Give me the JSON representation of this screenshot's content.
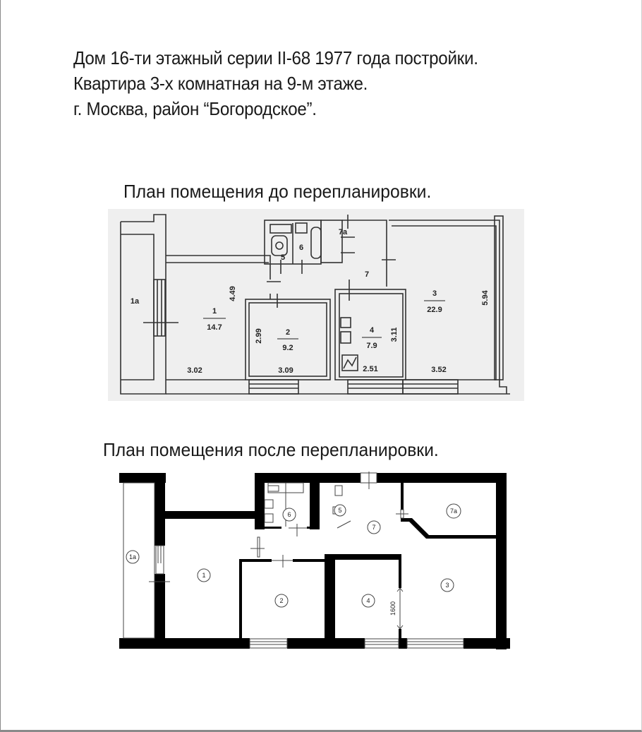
{
  "header": {
    "line1": "Дом 16-ти этажный серии II-68 1977 года постройки.",
    "line2": "Квартира 3-х комнатная на 9-м этаже.",
    "line3": "г. Москва, район “Богородское”."
  },
  "plan_before": {
    "title": "План помещения до перепланировки.",
    "rooms": [
      {
        "id": "1a",
        "label": "1a"
      },
      {
        "id": "1",
        "label": "1",
        "area": "14.7",
        "dims": [
          "4.49",
          "3.02"
        ]
      },
      {
        "id": "2",
        "label": "2",
        "area": "9.2",
        "dims": [
          "2.99",
          "3.09"
        ]
      },
      {
        "id": "3",
        "label": "3",
        "area": "22.9",
        "dims": [
          "5.94",
          "3.52"
        ]
      },
      {
        "id": "4",
        "label": "4",
        "area": "7.9",
        "dims": [
          "3.11",
          "2.51"
        ]
      },
      {
        "id": "5",
        "label": "5"
      },
      {
        "id": "6",
        "label": "6"
      },
      {
        "id": "7",
        "label": "7"
      },
      {
        "id": "7a",
        "label": "7a"
      }
    ]
  },
  "plan_after": {
    "title": "План помещения после перепланировки.",
    "rooms": [
      {
        "id": "1a",
        "label": "1a"
      },
      {
        "id": "1",
        "label": "1"
      },
      {
        "id": "2",
        "label": "2"
      },
      {
        "id": "3",
        "label": "3"
      },
      {
        "id": "4",
        "label": "4"
      },
      {
        "id": "5",
        "label": "5"
      },
      {
        "id": "6",
        "label": "6"
      },
      {
        "id": "7",
        "label": "7"
      },
      {
        "id": "7a",
        "label": "7a"
      }
    ],
    "dimension": "1600"
  },
  "colors": {
    "wall_after": "#000000",
    "plan_before_bg": "#efefef",
    "line_before": "#333333"
  }
}
